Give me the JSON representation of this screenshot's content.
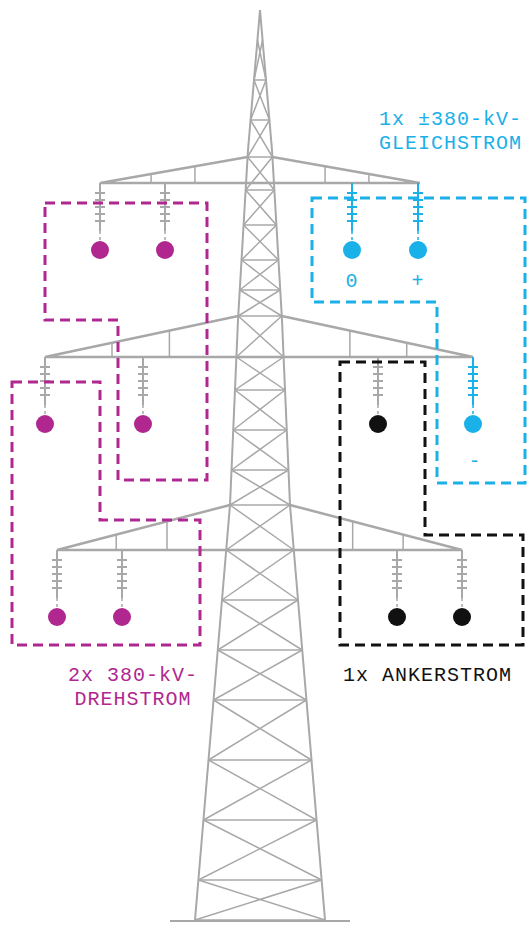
{
  "diagram": {
    "labels": [
      "1x ±380-kV- GLEICHSTROM",
      "0",
      "+",
      "-",
      "2x 380-kV- DREHSTROM",
      "1x ANKERSTROM"
    ]
  }
}
